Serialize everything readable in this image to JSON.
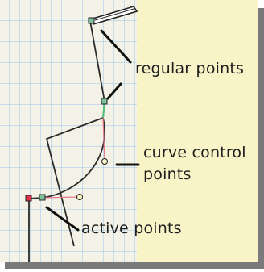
{
  "canvas": {
    "background_color": "#f8f4c8",
    "grid_color": "#9cc4f0",
    "shadow_color": "#6e6e6e"
  },
  "annotations": {
    "regular_points": "regular points",
    "curve_control_line1": "curve control",
    "curve_control_line2": "points",
    "active_points": "active points"
  },
  "colors": {
    "path_stroke": "#2a2a2a",
    "control_handle": "#e87a8c",
    "active_point": "#e0304a",
    "selected_handle": "#52c07a"
  }
}
